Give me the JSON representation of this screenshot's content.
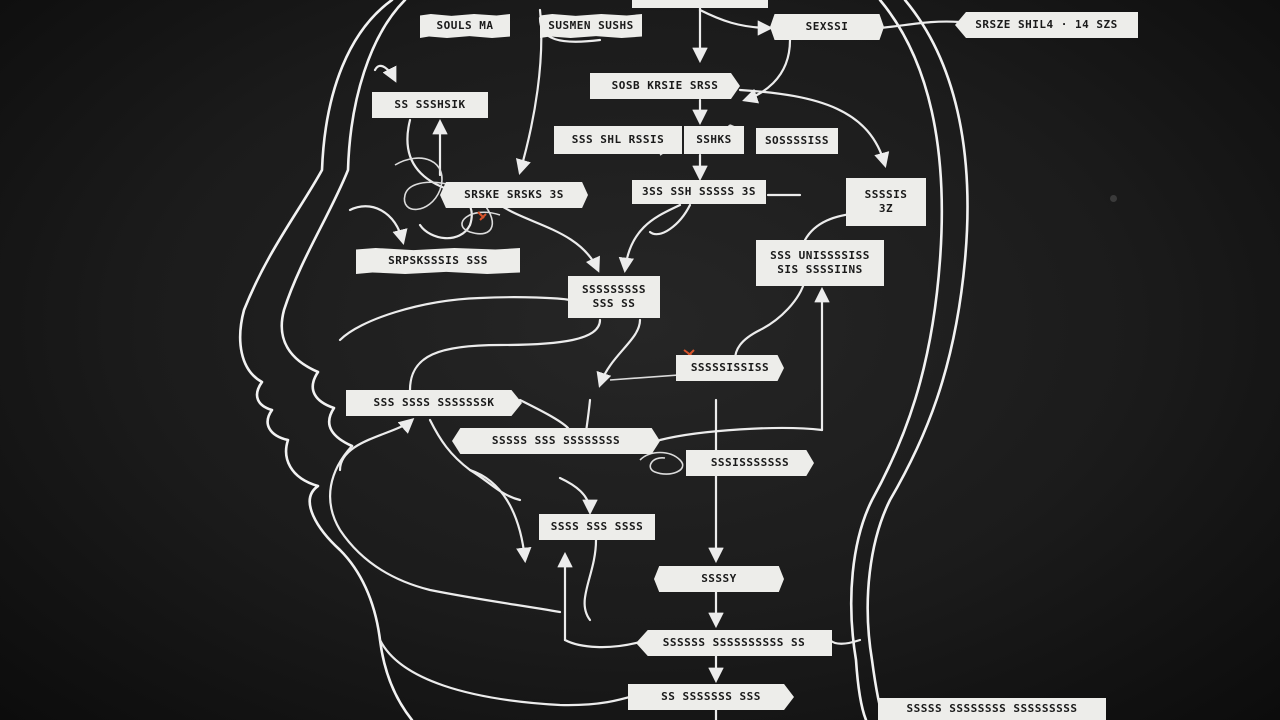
{
  "diagram": {
    "nodes": {
      "n01": "SOULS MA",
      "n02": "SUSMEN SUSHS",
      "n03": "SEXSSI",
      "n04": "SRSZE SHIL4 · 14 SZS",
      "n05": "SOSB KRSIE SRSS",
      "n06": "SS SSSHSIK",
      "n07": "SSS SHL RSSIS",
      "n08": "SSHKS",
      "n09": "SOSSSSISS",
      "n10": "SRSKE SRSKS 3S",
      "n11": "3SS SSH SSSSS 3S",
      "n12": "SSSSIS\n3Z",
      "n13": "SSS UNISSSSISS\nSIS SSSSIINS",
      "n14": "SRPSKSSSIS SSS",
      "n15": "SSSSSSSSS\nSSS SS",
      "n16": "SSSSSISSISS",
      "n17": "SSS SSSS SSSSSSSK",
      "n18": "SSSSS SSS SSSSSSSS",
      "n19": "SSSISSSSSSS",
      "n20": "SSSS SSS SSSS",
      "n21": "SSSSY",
      "n22": "SSSSSS SSSSSSSSSS SS",
      "n23": "SS SSSSSSS SSS",
      "n24": "SSSSS SSSSSSSS SSSSSSSSS"
    }
  },
  "colors": {
    "background": "#1b1b1b",
    "line": "#ececec",
    "node_fill": "#ededea",
    "node_text": "#1a1a1a",
    "accent": "#d8532a"
  }
}
